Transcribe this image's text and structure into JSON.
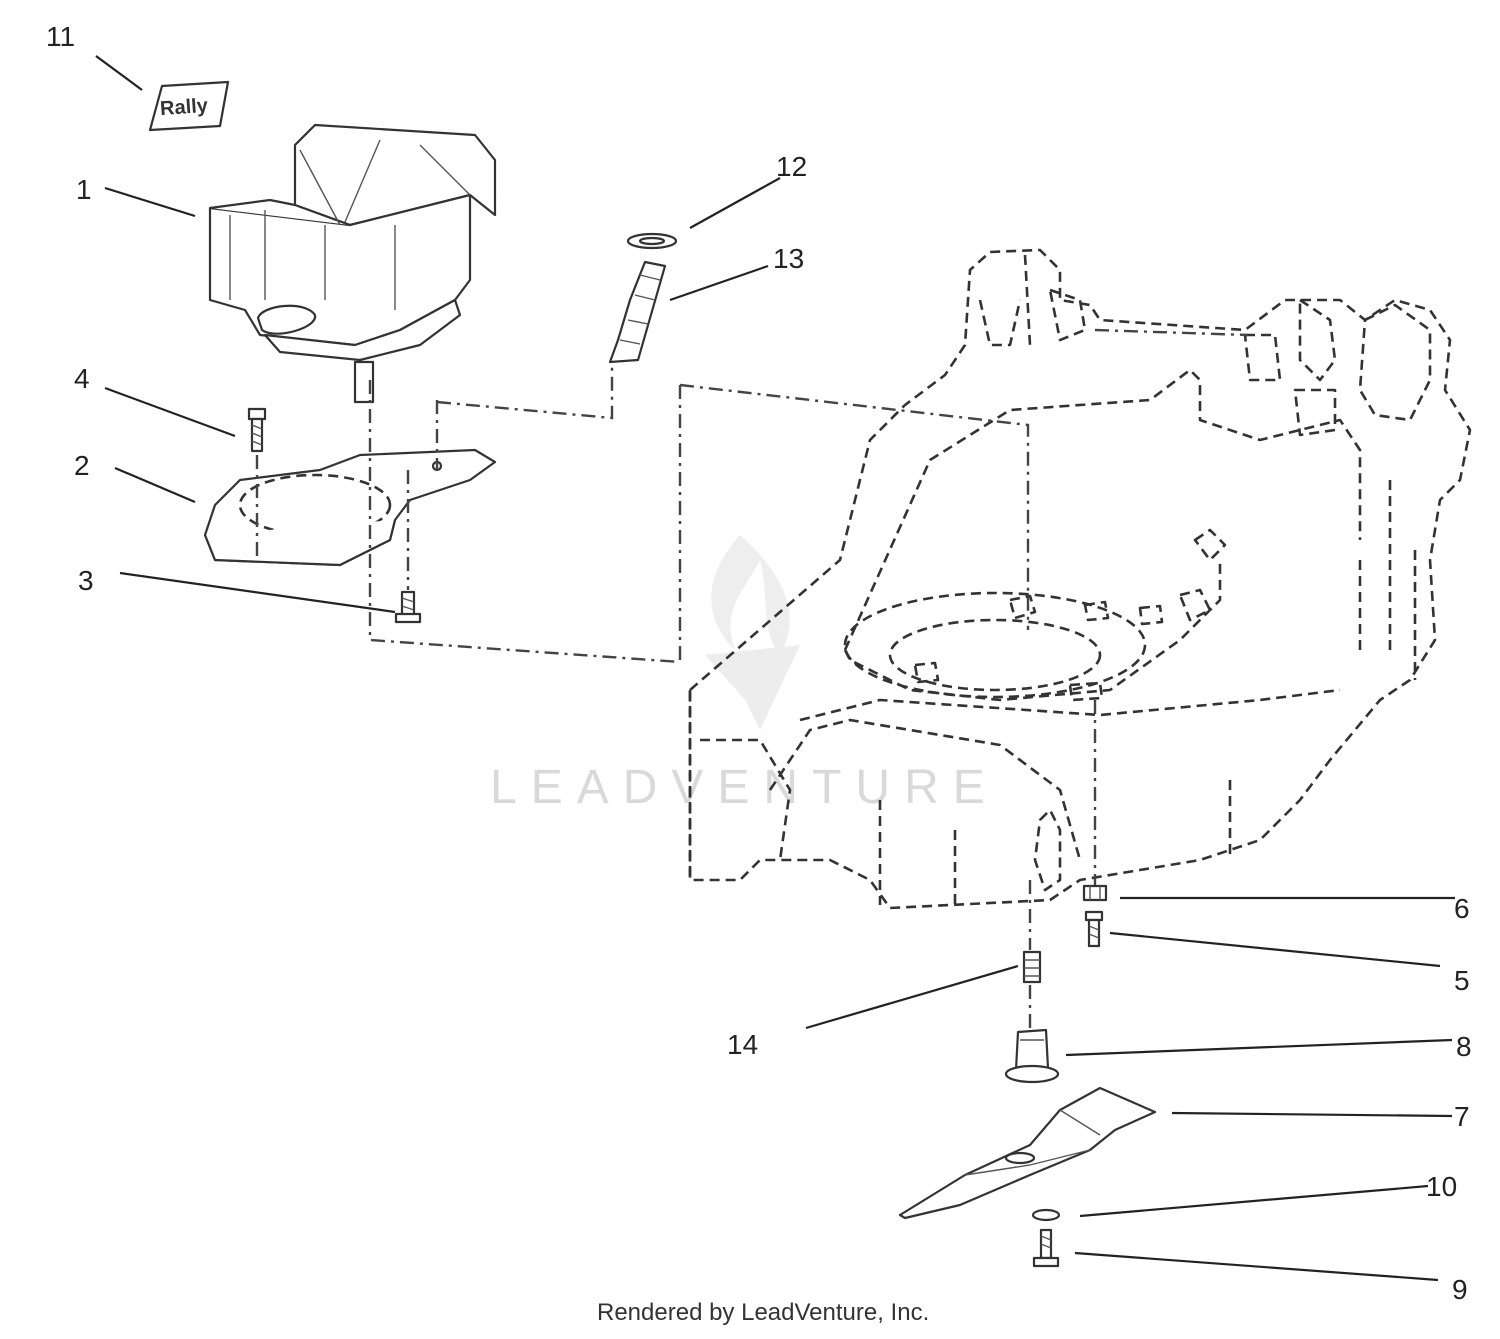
{
  "diagram": {
    "callouts": [
      "1",
      "2",
      "3",
      "4",
      "5",
      "6",
      "7",
      "8",
      "9",
      "10",
      "11",
      "12",
      "13",
      "14"
    ],
    "logo_decal_text": "Rally",
    "watermark_text": "LEADVENTURE",
    "footer_text": "Rendered by LeadVenture, Inc."
  },
  "icons": {
    "watermark_logo": "leadventure-flame-icon"
  }
}
